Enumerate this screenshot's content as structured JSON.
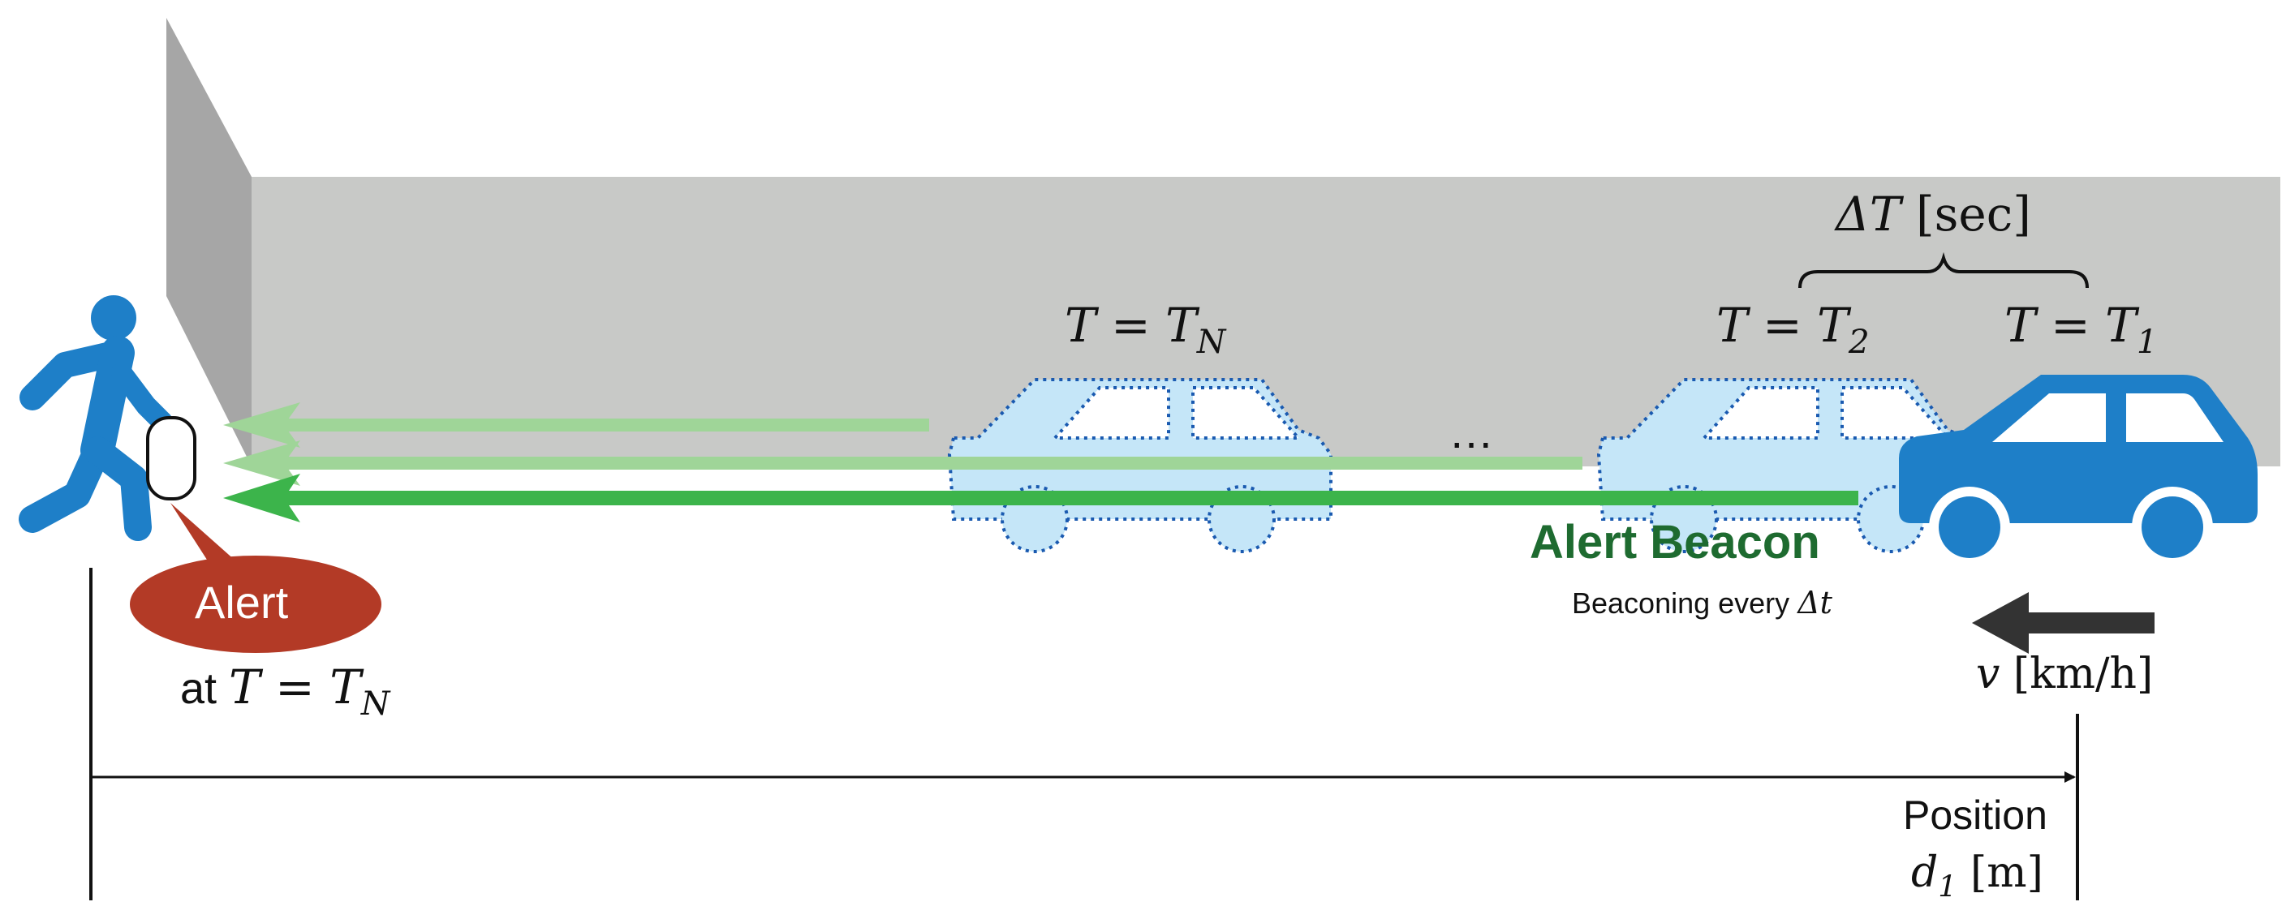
{
  "labels": {
    "delta_T_var": "ΔT",
    "delta_T_unit": "[sec]",
    "car_N_prefix": "T = T",
    "car_N_sub": "N",
    "car_2_prefix": "T = T",
    "car_2_sub": "2",
    "car_1_prefix": "T = T",
    "car_1_sub": "1",
    "ellipsis": "…",
    "alert_beacon": "Alert Beacon",
    "beaconing_text": "Beaconing every ",
    "beaconing_var": "Δt",
    "alert_bubble": "Alert",
    "at_text": "at ",
    "at_var_prefix": "T = T",
    "at_var_sub": "N",
    "velocity_var": "v",
    "velocity_unit": "[km/h]",
    "position_label": "Position",
    "d1_var": "d",
    "d1_sub": "1",
    "d1_unit": "[m]"
  },
  "colors": {
    "wall": "#c8c9c7",
    "wall_side": "#a6a6a6",
    "car_solid": "#1e7fc8",
    "car_ghost_fill": "#c5e6f8",
    "car_ghost_border": "#1a5ab0",
    "pedestrian": "#1e7fc8",
    "beacon_strong": "#3cb44b",
    "beacon_faded": "#9fd598",
    "beacon_text": "#1e6b30",
    "alert_bubble": "#b33a26",
    "arrow_dark": "#333333"
  }
}
